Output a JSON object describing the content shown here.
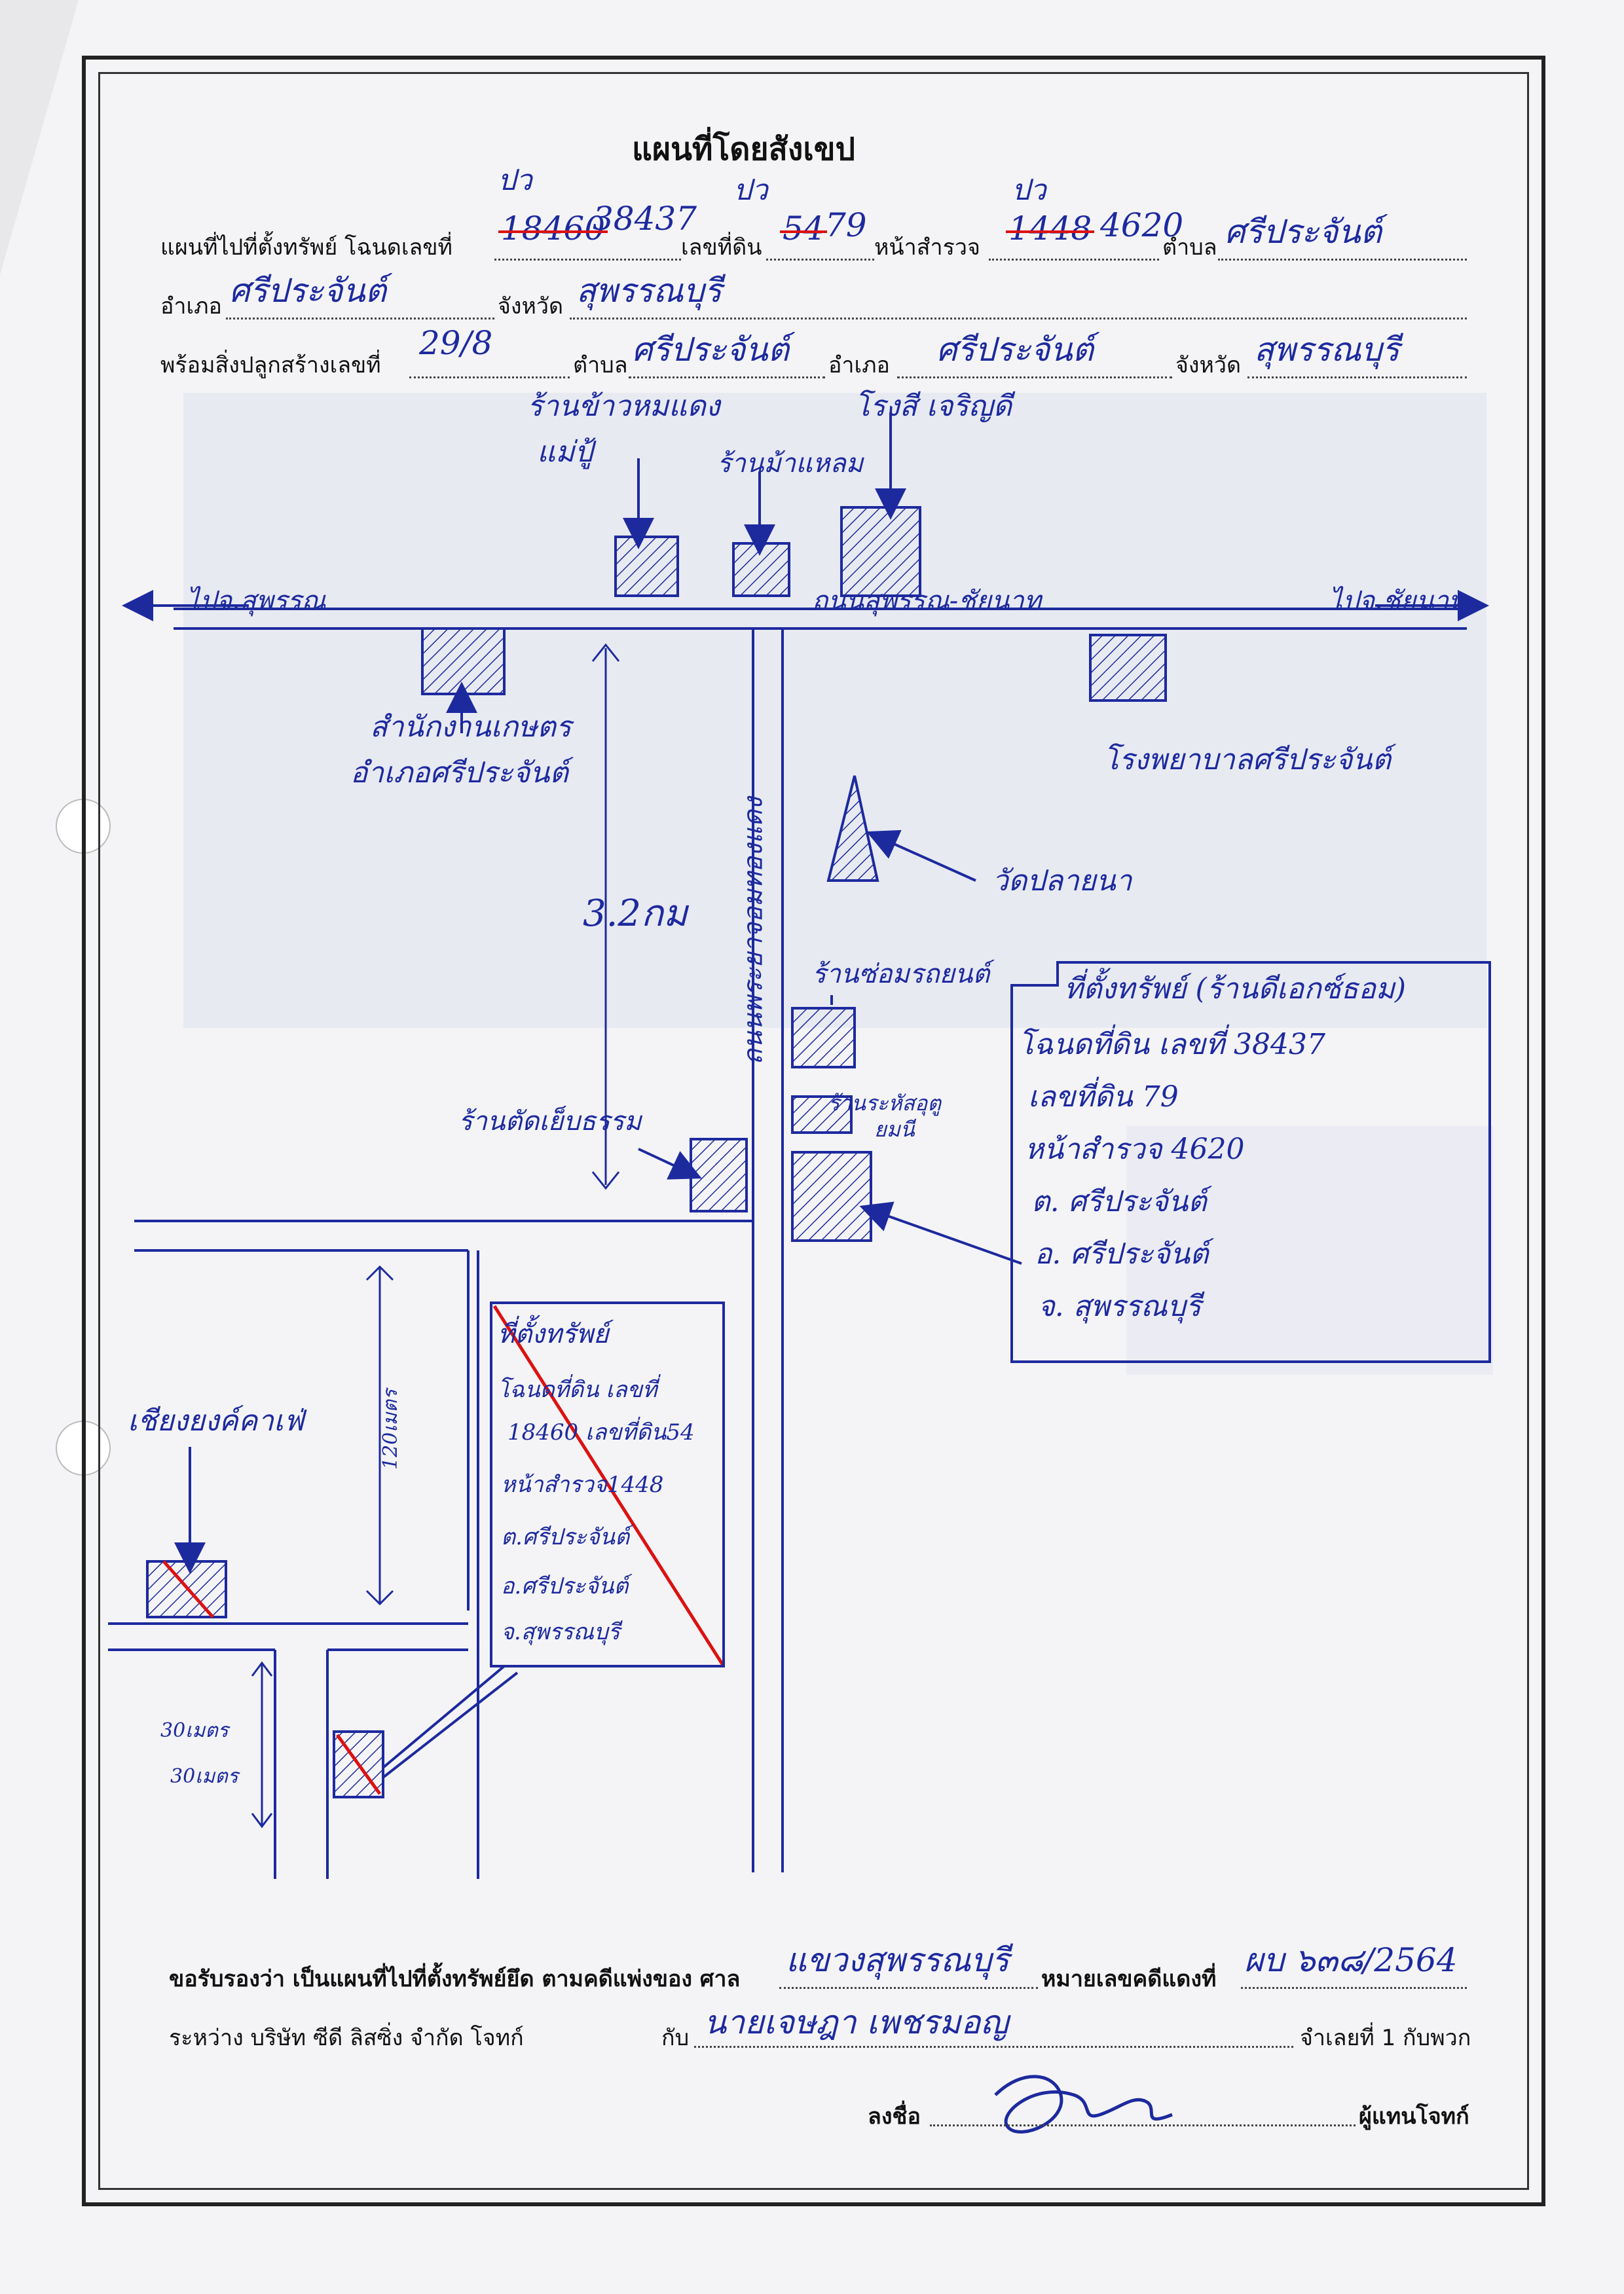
{
  "title": "แผนที่โดยสังเขป",
  "header": {
    "deed_label": "แผนที่ไปที่ตั้งทรัพย์ โฉนดเลขที่",
    "deed_old": "18460",
    "deed_new": "38437",
    "land_label": "เลขที่ดิน",
    "land_old": "54",
    "land_new": "79",
    "survey_label": "หน้าสำรวจ",
    "survey_old": "1448",
    "survey_new": "4620",
    "tambon_label": "ตำบล",
    "tambon_value": "ศรีประจันต์",
    "initials": "ปว",
    "amphoe_label": "อำเภอ",
    "amphoe_value": "ศรีประจันต์",
    "province_label": "จังหวัด",
    "province_value": "สุพรรณบุรี",
    "building_label": "พร้อมสิ่งปลูกสร้างเลขที่",
    "building_no": "29/8",
    "tambon2_label": "ตำบล",
    "tambon2_value": "ศรีประจันต์",
    "amphoe2_label": "อำเภอ",
    "amphoe2_value": "ศรีประจันต์",
    "province2_label": "จังหวัด",
    "province2_value": "สุพรรณบุรี"
  },
  "map": {
    "shop_rice": "ร้านข้าวหมแดง",
    "shop_rice_2": "แม่ปู้",
    "shop_noodle": "ร้านม้าแหลม",
    "cinema": "โรงสี เจริญดี",
    "to_suphan": "ไปจ.สุพรรณ",
    "main_road": "ถนนสุพรรณ-ชัยนาท",
    "to_chainat": "ไปจ.ชัยนาท",
    "agri_office_1": "สำนักงานเกษตร",
    "agri_office_2": "อำเภอศรีประจันต์",
    "hospital": "โรงพยาบาลศรีประจันต์",
    "temple": "วัดปลายนา",
    "distance": "3.2กม",
    "side_road": "ถนนพระยาจอมทองแดง",
    "repair_shop": "ร้านซ่อมรถยนต์",
    "sewing_shop": "ร้านตัดเย็บธรรม",
    "sura_shop_1": "ร้านระหัสอุตู",
    "sura_shop_2": "ยมนี",
    "prop2_box": [
      "ที่ตั้งทรัพย์ (ร้านดีเอกซ์ธอม)",
      "โฉนดที่ดิน เลขที่ 38437",
      "เลขที่ดิน 79",
      "หน้าสำรวจ 4620",
      "ต. ศรีประจันต์",
      "อ. ศรีประจันต์",
      "จ. สุพรรณบุรี"
    ],
    "prop1_box": [
      "ที่ตั้งทรัพย์",
      "โฉนดที่ดิน เลขที่",
      "18460 เลขที่ดิน54",
      "หน้าสำรวจ1448",
      "ต.ศรีประจันต์",
      "อ.ศรีประจันต์",
      "จ.สุพรรณบุรี"
    ],
    "chiang_market": "เชียงยงค์คาเฟ่",
    "dist_120": "120เมตร",
    "dist_30": "30เมตร",
    "dist_30b": "30เมตร"
  },
  "footer": {
    "certify_label": "ขอรับรองว่า เป็นแผนที่ไปที่ตั้งทรัพย์ยึด ตามคดีแพ่งของ ศาล",
    "court_value": "แขวงสุพรรณบุรี",
    "case_label": "หมายเลขคดีแดงที่",
    "case_value": "ผบ ๖๓๘/2564",
    "between_label": "ระหว่าง บริษัท ซีดี ลิสซิ่ง จำกัด โจทก์",
    "with_label": "กับ",
    "defendant_value": "นายเจษฎา เพชรมอญ",
    "defendant_tail": "จำเลยที่ 1 กับพวก",
    "sign_label": "ลงชื่อ",
    "sign_tail": "ผู้แทนโจทก์"
  }
}
